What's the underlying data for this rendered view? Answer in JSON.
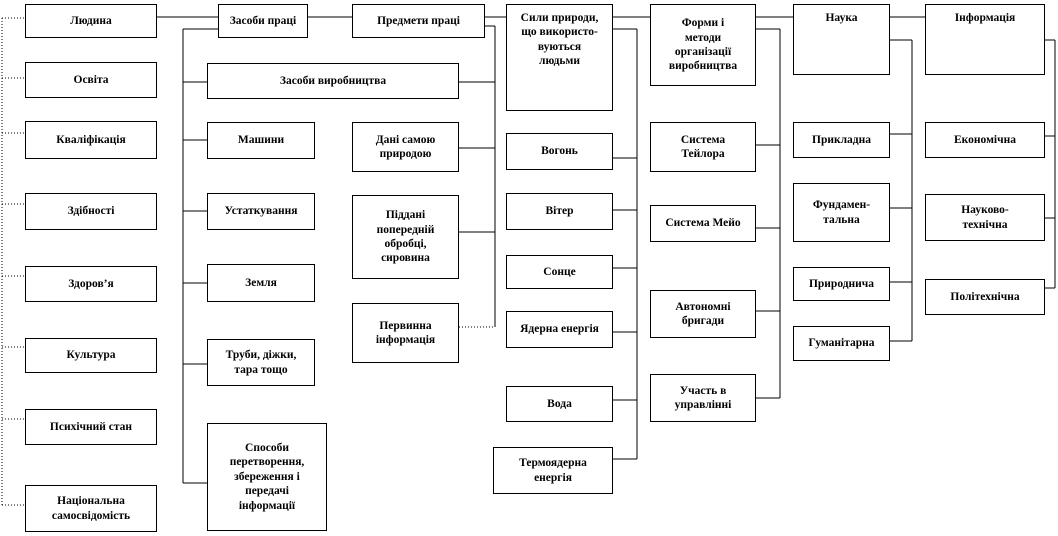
{
  "nodes": {
    "lyudyna": "Людина",
    "osvita": "Освіта",
    "kvalifikatsiya": "Кваліфікація",
    "zdibnosti": "Здібності",
    "zdorovya": "Здоров’я",
    "kultura": "Культура",
    "psykhichnyi_stan": "Психічний  стан",
    "natsionalna_samosvidomist": "Національна самосвідомість",
    "zasoby_pratsi": "Засоби праці",
    "predmety_pratsi": "Предмети праці",
    "zasoby_vyrobnytstva": "Засоби виробництва",
    "mashyny": "Машини",
    "ustatkuvannya": "Устаткування",
    "zemlya": "Земля",
    "truby": "Труби, діжки,\nтара тощо",
    "sposoby": "Способи\nперетворення,\nзбереження і\nпередачі\nінформації",
    "dani_pryrodoyu": "Дані самою\nприродою",
    "piddani_obrobtsi": "Піддані\nпопередній\nобробці,\nсировина",
    "pervynna_informatsiya": "Первинна\nінформація",
    "syly_pryrody": "Сили природи,\nщо використо-\nвуються\nлюдьми",
    "vohon": "Вогонь",
    "viter": "Вітер",
    "sontse": "Сонце",
    "yaderna_enerhiya": "Ядерна енергія",
    "voda": "Вода",
    "termoyaderna_enerhiya": "Термоядерна\nенергія",
    "formy_metody": "Форми і\nметоди\nорганізації\nвиробництва",
    "systema_teylora": "Система\nТейлора",
    "systema_meyo": "Система Мейо",
    "avtonomni_bryhady": "Автономні\nбригади",
    "uchast_v_upravlinni": "Участь в\nуправлінні",
    "nauka": "Наука",
    "prykladna": "Прикладна",
    "fundamentalna": "Фундамен-\nтальна",
    "pryrodnycha": "Природнича",
    "humanitarna": "Гуманітарна",
    "informatsiya": "Інформація",
    "ekonomichna": "Економічна",
    "naukovo_tekhnichna": "Науково-\nтехнічна",
    "politekhnichna": "Політехнічна"
  }
}
